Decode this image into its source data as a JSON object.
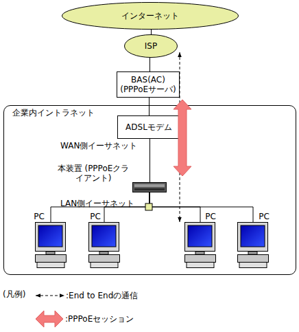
{
  "diagram": {
    "nodes": [
      {
        "text": [
          "インターネット"
        ]
      },
      {
        "text": [
          "ISP"
        ]
      },
      {
        "text": [
          "BAS(AC) (PPPoEサーバ)"
        ]
      },
      {
        "text": [
          "企業内イントラネット"
        ]
      },
      {
        "text": [
          "ADSLモデム"
        ],
        "in": 3
      },
      {
        "text": [
          "本装置 (PPPoEクライアント)"
        ],
        "in": 3
      },
      {
        "text": [
          "PC"
        ],
        "in": 3
      },
      {
        "text": [
          "PC"
        ],
        "in": 3
      },
      {
        "text": [
          "PC"
        ],
        "in": 3
      },
      {
        "text": [
          "PC"
        ],
        "in": 3
      }
    ],
    "edges": [
      {
        "from": 0,
        "to": 1,
        "arrow": "none"
      },
      {
        "from": 1,
        "to": 2,
        "arrow": "none"
      },
      {
        "from": 2,
        "to": 4,
        "arrow": "none"
      },
      {
        "from": 4,
        "to": 5,
        "arrow": "none"
      },
      {
        "from": 5,
        "to": 6,
        "arrow": "none"
      },
      {
        "from": 5,
        "to": 7,
        "arrow": "none"
      },
      {
        "from": 5,
        "to": 8,
        "arrow": "none"
      },
      {
        "from": 5,
        "to": 9,
        "arrow": "none"
      },
      {
        "from": 1,
        "to": 8,
        "arrow": "both"
      },
      {
        "from": 2,
        "to": 5,
        "arrow": "both"
      }
    ],
    "labels": [
      "WAN側イーサネット",
      "LAN側イーサネット",
      "(凡例)"
    ],
    "legend": [
      {
        "text": ":End to Endの通信"
      },
      {
        "text": ":PPPoEセッション"
      }
    ]
  }
}
